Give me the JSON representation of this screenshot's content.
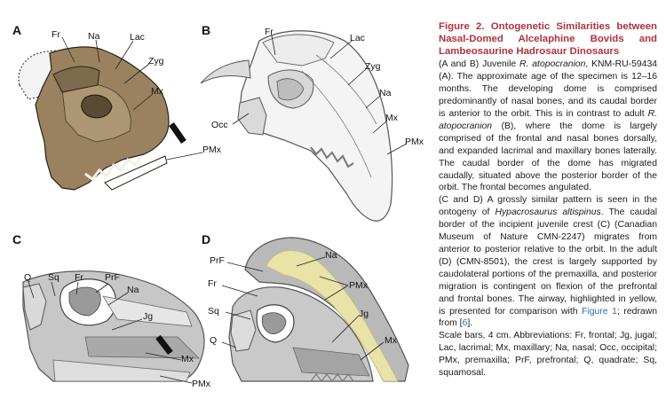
{
  "figure": {
    "panels": [
      {
        "letter": "A",
        "labels": {
          "fr": "Fr",
          "na": "Na",
          "lac": "Lac",
          "zyg": "Zyg",
          "mx": "Mx",
          "pmx": "PMx"
        }
      },
      {
        "letter": "B",
        "labels": {
          "fr": "Fr",
          "lac": "Lac",
          "zyg": "Zyg",
          "na": "Na",
          "mx": "Mx",
          "occ": "Occ",
          "pmx": "PMx"
        }
      },
      {
        "letter": "C",
        "labels": {
          "q": "Q",
          "sq": "Sq",
          "fr": "Fr",
          "prf": "PrF",
          "na": "Na",
          "jg": "Jg",
          "mx": "Mx",
          "pmx": "PMx"
        }
      },
      {
        "letter": "D",
        "labels": {
          "prf": "PrF",
          "na": "Na",
          "fr": "Fr",
          "pmx": "PMx",
          "sq": "Sq",
          "jg": "Jg",
          "q": "Q",
          "mx": "Mx"
        }
      }
    ],
    "colors": {
      "bone_brown": "#9a8260",
      "airway_yellow": "#eee8a6",
      "bone_gray": "#b9b9b9",
      "bone_dark": "#8c8c8c"
    }
  },
  "caption": {
    "title": "Figure 2. Ontogenetic Similarities between Nasal-Domed Alcelaphine Bovids and Lambeosaurine Hadrosaur Dinosaurs",
    "p1_a": "(A and B) Juvenile ",
    "p1_b": "R. atopocranion",
    "p1_c": ", KNM-RU-59434 (A). The approximate age of the specimen is 12–16 months. The developing dome is comprised predominantly of nasal bones, and its caudal border is anterior to the orbit. This is in contrast to adult ",
    "p1_d": "R. atopocranion",
    "p1_e": " (B), where the dome is largely comprised of the frontal and nasal bones dorsally, and expanded lacrimal and maxillary bones laterally. The caudal border of the dome has migrated caudally, situated above the posterior border of the orbit. The frontal becomes angulated.",
    "p2_a": "(C and D) A grossly similar pattern is seen in the ontogeny of ",
    "p2_b": "Hypacrosaurus altispinus",
    "p2_c": ". The caudal border of the incipient juvenile crest (C) (Canadian Museum of Nature CMN-2247) migrates from anterior to posterior relative to the orbit. In the adult (D) (CMN-8501), the crest is largely supported by caudolateral portions of the premaxilla, and posterior migration is contingent on flexion of the prefrontal and frontal bones. The airway, highlighted in yellow, is presented for comparison with ",
    "p2_link": "Figure 1",
    "p2_d": "; redrawn from [",
    "p2_ref": "6",
    "p2_e": "].",
    "p3": "Scale bars, 4 cm. Abbreviations: Fr, frontal; Jg, jugal; Lac, lacrimal; Mx, maxillary; Na, nasal; Occ, occipital; PMx, premaxilla; PrF, prefrontal; Q, quadrate; Sq, squamosal."
  }
}
